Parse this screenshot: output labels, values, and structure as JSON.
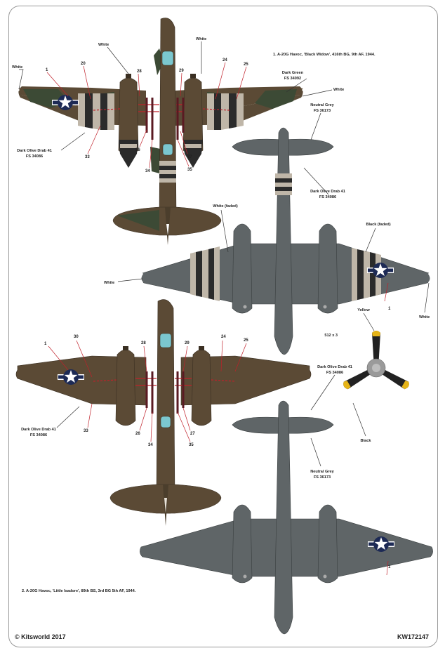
{
  "captions": {
    "scheme1": "1. A-20G Havoc, 'Black Widow', 416th BG, 9th AF, 1944.",
    "scheme2": "2. A-20G Havoc, 'Little Isadore', 89th BS, 3rd BG 5th AF, 1944."
  },
  "labels": {
    "white": "White",
    "white_faded": "White (faded)",
    "black_faded": "Black (faded)",
    "dark_green": "Dark Green",
    "fs_dark_green": "FS 34092",
    "neutral_grey": "Neutral Grey",
    "fs_neutral_grey": "FS 36173",
    "od41": "Dark Olive Drab 41",
    "fs_od41": "FS 34086",
    "yellow": "Yellow",
    "black": "Black",
    "prop": "512 x 3"
  },
  "numbers": {
    "n1": "1",
    "n20": "20",
    "n24": "24",
    "n25": "25",
    "n26": "26",
    "n27": "27",
    "n28": "28",
    "n29": "29",
    "n30": "30",
    "n33": "33",
    "n34": "34",
    "n35": "35"
  },
  "footer": {
    "copyright": "© Kitsworld 2017",
    "code": "KW172147"
  },
  "colors": {
    "olive_drab": "#5b4a35",
    "dark_green": "#3c4a35",
    "neutral_grey": "#5f6567",
    "stripe_white": "#bfb6a8",
    "stripe_black": "#2b2b2b",
    "insignia_blue": "#1d2a55",
    "canopy": "#7bc7cf",
    "red_line": "#c0202a",
    "black_line": "#2a2a2a",
    "maroon": "#5a1a22",
    "prop_tip": "#e6b417"
  }
}
